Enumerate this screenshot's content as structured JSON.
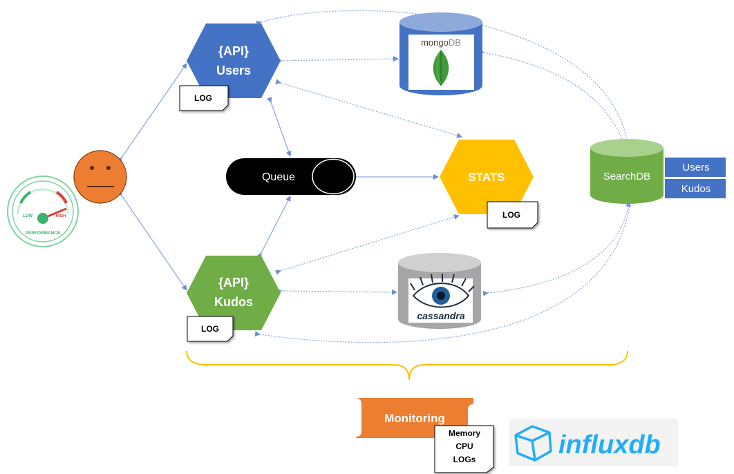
{
  "api_users": {
    "line1": "{API}",
    "line2": "Users",
    "log": "LOG"
  },
  "api_kudos": {
    "line1": "{API}",
    "line2": "Kudos",
    "log": "LOG"
  },
  "stats": {
    "label": "STATS",
    "log": "LOG"
  },
  "queue": {
    "label": "Queue"
  },
  "mongodb": {
    "logo_text_a": "mongo",
    "logo_text_b": "DB"
  },
  "cassandra": {
    "logo_text": "cassandra"
  },
  "searchdb": {
    "label": "SearchDB",
    "indexes": [
      "Users",
      "Kudos"
    ]
  },
  "gauge": {
    "low": "LOW",
    "high": "HIGH",
    "caption": "PERFORMANCE"
  },
  "monitoring": {
    "label": "Monitoring",
    "note_lines": [
      "Memory",
      "CPU",
      "LOGs"
    ]
  },
  "influxdb": {
    "label": "influxdb"
  },
  "colors": {
    "blue": "#4472c4",
    "green": "#70ad47",
    "orange": "#ed7d31",
    "gold": "#ffc000",
    "arrow": "#8faadc"
  }
}
